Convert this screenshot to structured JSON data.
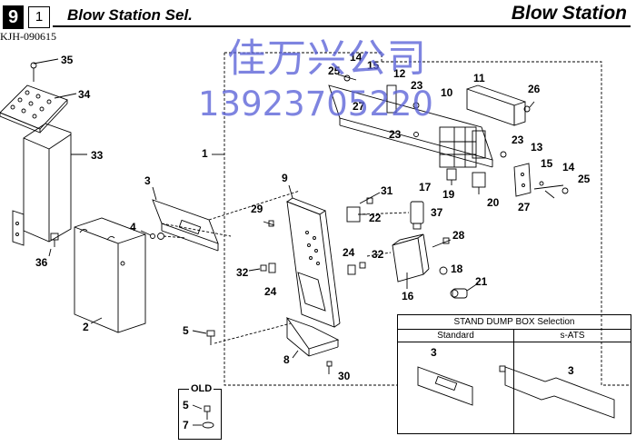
{
  "header": {
    "page_number": "9",
    "sub_number": "1",
    "title_left": "Blow Station Sel.",
    "title_right": "Blow Station",
    "code": "KJH-090615"
  },
  "watermark": {
    "line1": "佳万兴公司",
    "line2": "13923705220"
  },
  "callouts": [
    "1",
    "2",
    "3",
    "4",
    "5",
    "7",
    "8",
    "9",
    "10",
    "11",
    "12",
    "13",
    "14",
    "15",
    "16",
    "17",
    "18",
    "19",
    "20",
    "21",
    "22",
    "23",
    "24",
    "25",
    "26",
    "27",
    "28",
    "29",
    "30",
    "31",
    "32",
    "33",
    "34",
    "35",
    "36",
    "37"
  ],
  "dump_box": {
    "title": "STAND DUMP BOX Selection",
    "col_standard": "Standard",
    "col_sats": "s-ATS",
    "standard_part": "3",
    "sats_part": "3"
  },
  "old_box": {
    "label": "OLD",
    "items": [
      "5",
      "7"
    ]
  },
  "colors": {
    "line": "#000000",
    "watermark": "#5b62d8",
    "background": "#ffffff"
  }
}
